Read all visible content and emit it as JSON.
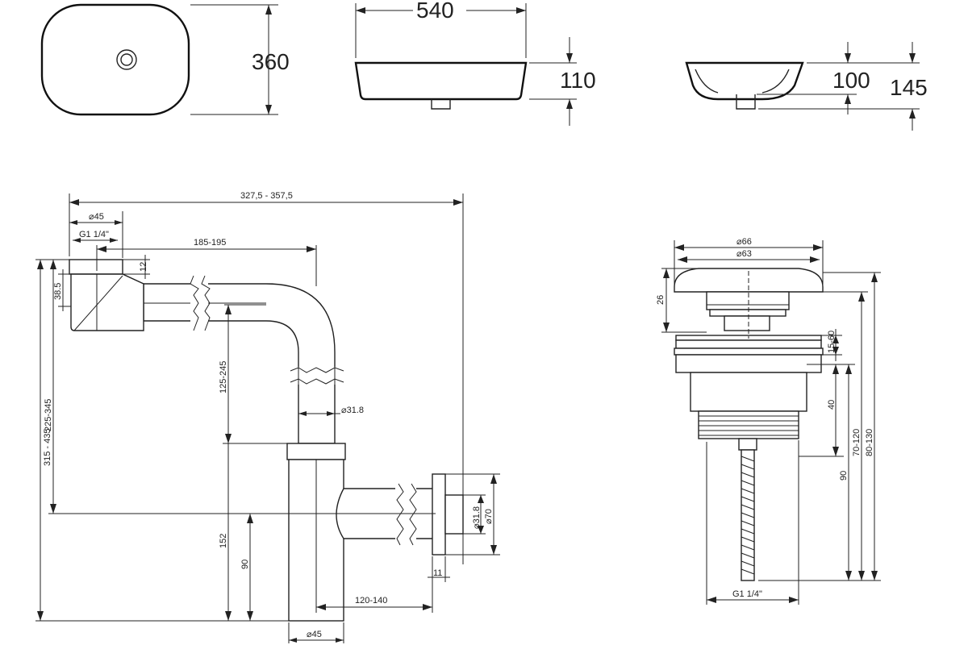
{
  "dimensions": {
    "basin_width": "540",
    "basin_depth": "360",
    "basin_height_front": "110",
    "basin_height_side_inner": "100",
    "basin_height_side_total": "145",
    "siphon_total_length": "327,5 - 357,5",
    "siphon_inlet_diameter": "⌀45",
    "siphon_thread": "G1 1/4\"",
    "siphon_horizontal_run": "185-195",
    "siphon_nut_height": "12",
    "siphon_elbow_height": "38.5",
    "siphon_vertical_adjust": "125-245",
    "siphon_outlet_pipe_diameter": "⌀31.8",
    "siphon_height_inlet_to_outlet": "225-345",
    "siphon_total_height": "315 - 435",
    "siphon_outlet_height": "152",
    "siphon_bottom_to_outlet": "90",
    "siphon_outlet_run": "120-140",
    "siphon_body_diameter": "⌀45",
    "wall_flange_diameter": "⌀70",
    "wall_pipe_diameter": "⌀31.8",
    "wall_flange_thickness": "11",
    "valve_cap_outer": "⌀66",
    "valve_cap_inner": "⌀63",
    "valve_cap_height": "26",
    "valve_clamp_range": "15-60",
    "valve_body_height": "40",
    "valve_length_a": "70-120",
    "valve_length_b": "80-130",
    "valve_rod_length": "90",
    "valve_thread": "G1 1/4\""
  }
}
